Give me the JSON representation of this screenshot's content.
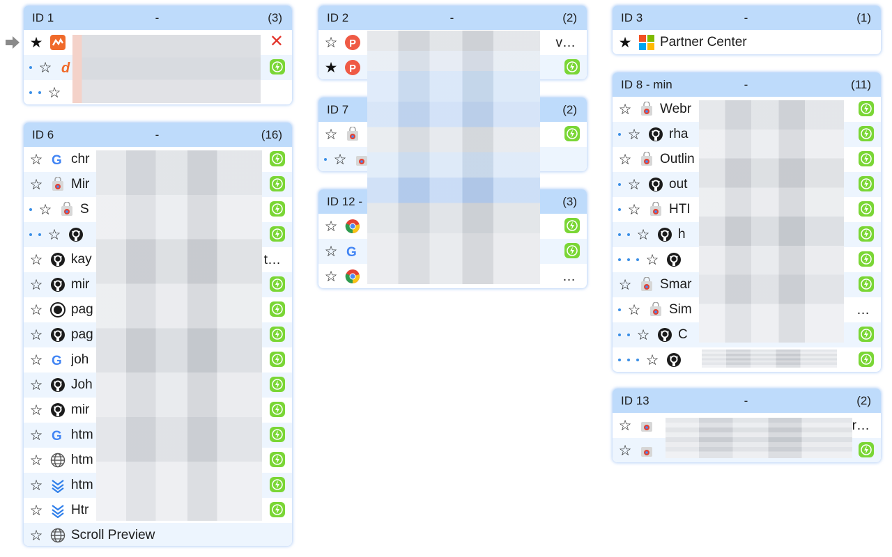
{
  "panels": {
    "id1": {
      "title": "ID 1",
      "dash": "-",
      "count": "(3)"
    },
    "id2": {
      "title": "ID 2",
      "dash": "-",
      "count": "(2)",
      "row1_tail": "v…"
    },
    "id3": {
      "title": "ID 3",
      "dash": "-",
      "count": "(1)",
      "row1_label": "Partner Center"
    },
    "id6": {
      "title": "ID 6",
      "dash": "-",
      "count": "(16)",
      "rows": [
        "chr",
        "Mir",
        "S",
        "",
        "kay",
        "mir",
        "pag",
        "pag",
        "joh",
        "Joh",
        "mir",
        "htm",
        "htm",
        "htm",
        "Htr",
        "Scroll Preview"
      ],
      "kay_tail": "t…"
    },
    "id7": {
      "title": "ID 7",
      "dash": "-",
      "count": "(2)"
    },
    "id8": {
      "title": "ID 8 - min",
      "dash": "-",
      "count": "(11)",
      "rows": [
        "Webr",
        "rha",
        "Outlin",
        "out",
        "HTI",
        "h",
        "",
        "Smar",
        "Sim",
        "C",
        ""
      ],
      "sim_tail": "…",
      "last_tail": ".."
    },
    "id12": {
      "title": "ID 12 -",
      "count": "(3)",
      "row3_tail": "…"
    },
    "id13": {
      "title": "ID 13",
      "dash": "-",
      "count": "(2)",
      "row1_tail": "or…"
    }
  },
  "icons": {
    "star_empty": "☆",
    "star_filled": "★",
    "close": "✕"
  },
  "colors": {
    "header_bg": "#bedbfb",
    "row_alt": "#edf5fe",
    "bolt_green": "#7ad635",
    "close_red": "#e3332a",
    "dot_blue": "#3b8fe6"
  }
}
